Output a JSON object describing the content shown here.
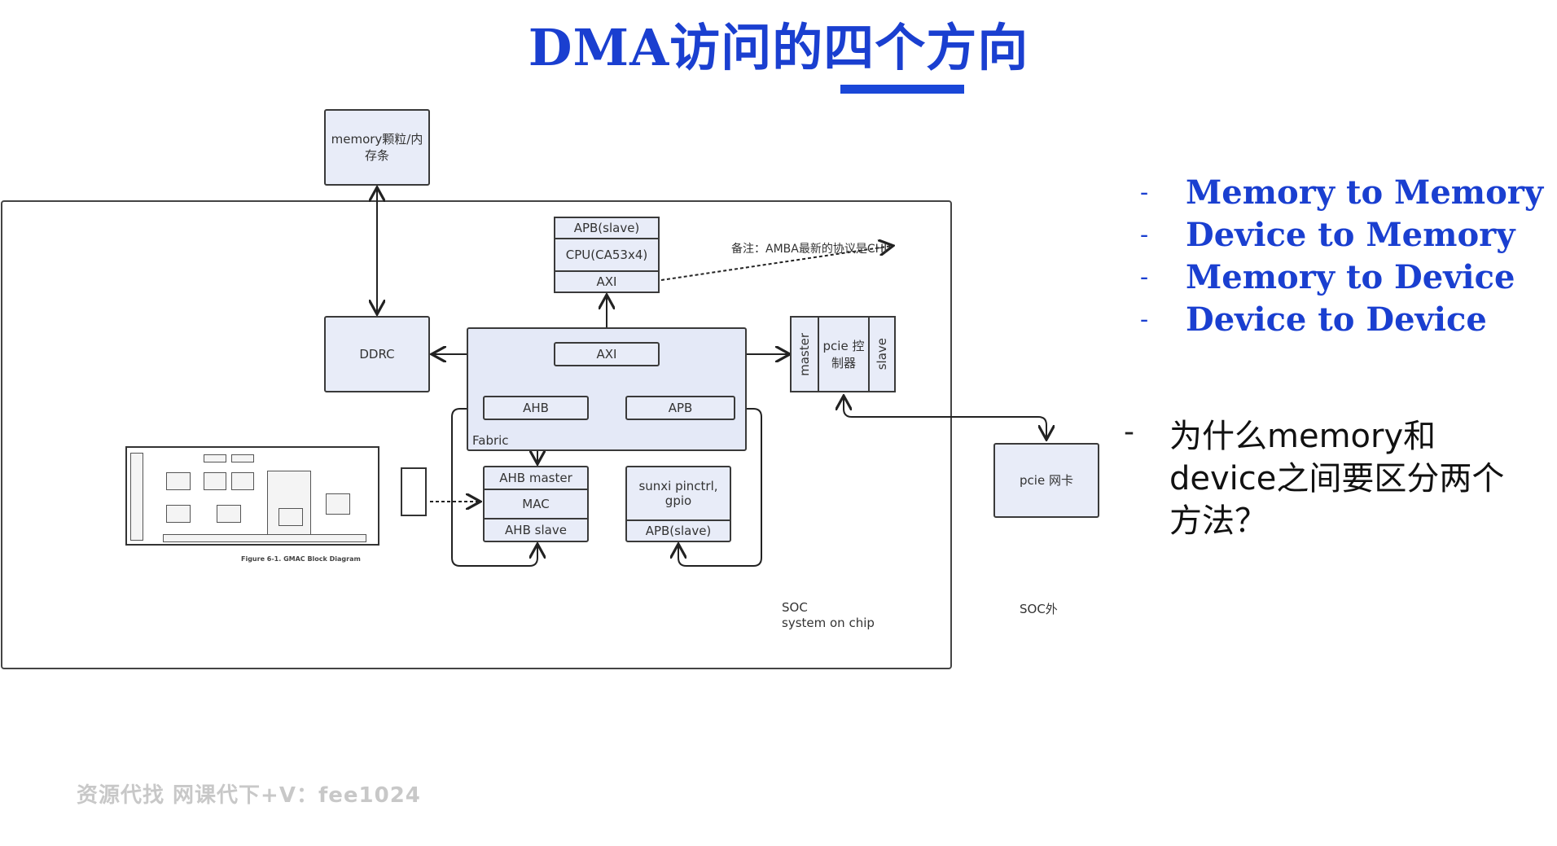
{
  "title": "DMA访问的四个方向",
  "directions": [
    "Memory to Memory",
    "Device to Memory",
    "Memory to Device",
    "Device to Device"
  ],
  "bullet_dash": "-",
  "question": "为什么memory和device之间要区分两个方法？",
  "watermark": "资源代找  网课代下+V：fee1024",
  "diagram": {
    "memory_chip": "memory颗粒/内存条",
    "ddrc": "DDRC",
    "cpu_apb": "APB(slave)",
    "cpu": "CPU(CA53x4)",
    "cpu_axi": "AXI",
    "note": "备注：AMBA最新的协议是CHI",
    "fabric_axi": "AXI",
    "fabric_ahb": "AHB",
    "fabric_apb": "APB",
    "fabric_label": "Fabric",
    "pcie_master": "master",
    "pcie_ctrl": "pcie 控制器",
    "pcie_slave": "slave",
    "ahb_master": "AHB master",
    "mac": "MAC",
    "ahb_slave": "AHB slave",
    "pinctrl": "sunxi pinctrl, gpio",
    "pinctrl_apb": "APB(slave)",
    "pcie_nic": "pcie 网卡",
    "soc_label_1": "SOC",
    "soc_label_2": "system on chip",
    "soc_outside": "SOC外",
    "gmac_caption": "Figure 6-1. GMAC Block Diagram"
  }
}
